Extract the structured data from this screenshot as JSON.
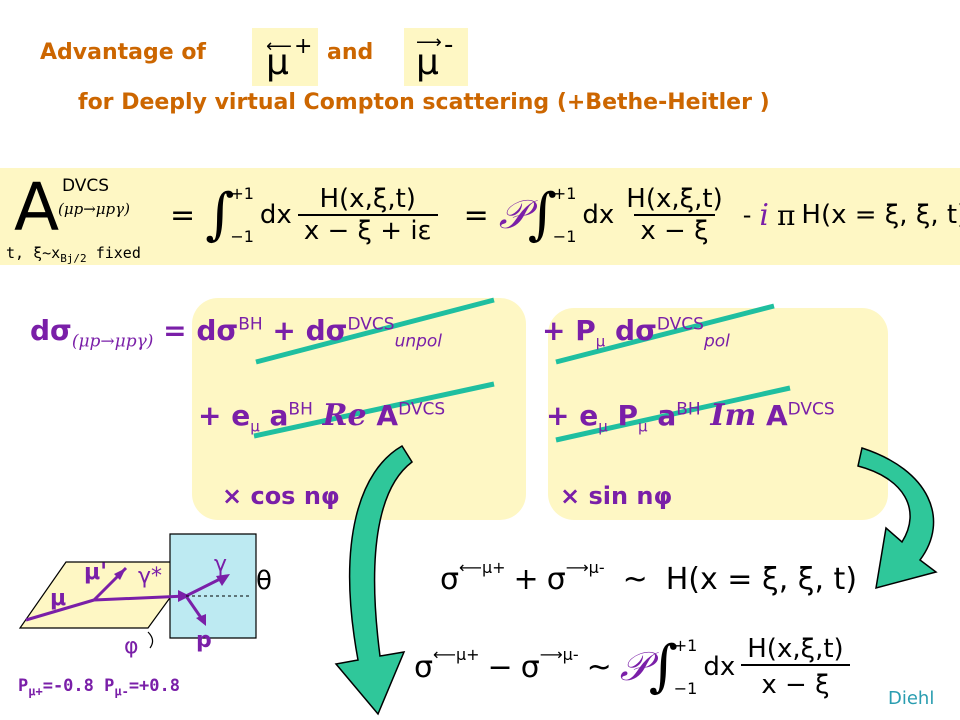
{
  "title": {
    "line1_a": "Advantage of",
    "mu_plus_symbol": "μ",
    "mu_plus_sup": "+",
    "line1_b": "and",
    "mu_minus_symbol": "μ",
    "mu_minus_sup": "-",
    "line2": "for Deeply virtual Compton scattering (+Bethe-Heitler )"
  },
  "amplitude": {
    "A": "A",
    "sup": "DVCS",
    "sub": "(μp→μpγ)",
    "note": "t, ξ~x",
    "note_sub": "Bj/2",
    "note_tail": " fixed",
    "eq1": "=",
    "upper": "+1",
    "lower": "−1",
    "dx": "dx",
    "num1": "H(x,ξ,t)",
    "den1": "x − ξ + iε",
    "eq2": "=",
    "P": "𝒫",
    "num2": "H(x,ξ,t)",
    "den2": "x − ξ",
    "tail_minus": "-",
    "tail_i": "i",
    "tail_pi": "π",
    "tail_H": "H(x = ξ, ξ, t)"
  },
  "cross_section": {
    "lhs": "dσ",
    "lhs_sub": "(μp→μpγ)",
    "eq": " = dσ",
    "bh_sup": "BH",
    "plus_dvcs": " + dσ",
    "dvcs_sup": "DVCS",
    "unpol_sub": "unpol",
    "pol_term": "+ P",
    "pol_sub": "μ",
    "pol_dsig": " dσ",
    "pol_sup": "DVCS",
    "pol_term_sub": "pol",
    "re_e": "+ e",
    "re_e_sub": "μ",
    "re_a": " a",
    "re_a_sup": "BH",
    "re_symbol": "Re",
    "re_A": " A",
    "re_A_sup": "DVCS",
    "im_e": "+ e",
    "im_e_sub": "μ",
    "im_P": " P",
    "im_P_sub": "μ",
    "im_a": " a",
    "im_a_sup": "BH",
    "im_symbol": "Im",
    "im_A": " A",
    "im_A_sup": "DVCS",
    "cos_term": "× cos nφ",
    "sin_term": "× sin nφ"
  },
  "diagram": {
    "mu_label": "μ",
    "mu_prime_label": "μ'",
    "gamma_star_label": "γ*",
    "gamma_label": "γ",
    "theta_label": "θ",
    "p_label": "p",
    "phi_label": "φ",
    "polarization": "P",
    "pol_plus_sub": "μ+",
    "pol_plus_val": "=-0.8 P",
    "pol_minus_sub": "μ-",
    "pol_minus_val": "=+0.8"
  },
  "results": {
    "sigma": "σ",
    "mu_plus_sup": "μ+",
    "mu_minus_sup": "μ-",
    "plus": "+",
    "minus": "−",
    "sim": "~",
    "H_at_xi": "H(x = ξ, ξ, t)",
    "P": "𝒫",
    "upper": "+1",
    "lower": "−1",
    "dx": "dx",
    "num": "H(x,ξ,t)",
    "den": "x − ξ"
  },
  "credit": "Diehl",
  "colors": {
    "box_fill": "#fef7c4",
    "title_orange": "#cc6600",
    "purple": "#7a1fa8",
    "teal_line": "#1fbfa0",
    "arrow_green": "#2fc79a",
    "credit_teal": "#2a9db0"
  }
}
